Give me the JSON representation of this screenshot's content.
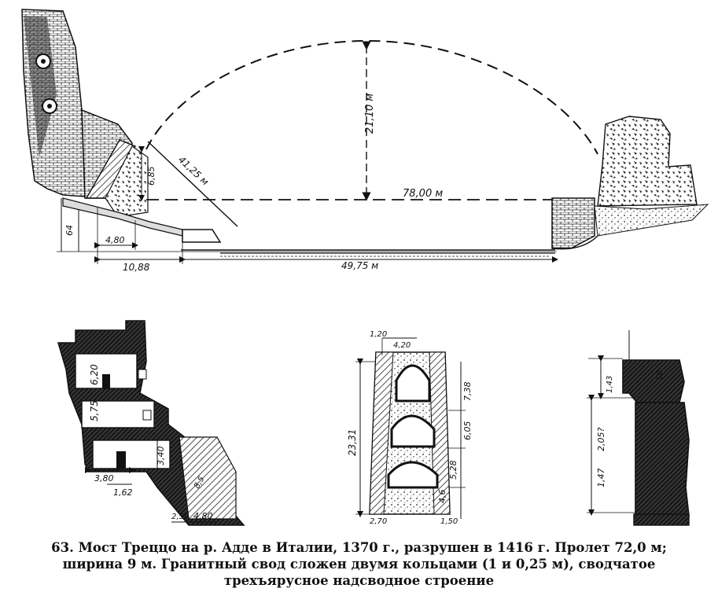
{
  "elevation": {
    "span_label": "78,00 м",
    "rise_label": "21,10 м",
    "radius_label": "41,25 м",
    "pier_height_label": "6,85",
    "left_height_label": "64",
    "dim_a": "4,80",
    "dim_b": "10,88",
    "dim_c": "49,75 м"
  },
  "section_left": {
    "h1": "6,20",
    "h2": "5,75",
    "h3": "3,40",
    "w1": "3,80",
    "w2": "1,62",
    "w3": "2,50",
    "w4": "4,80",
    "slope": "8,5"
  },
  "section_mid": {
    "top1": "1,20",
    "top2": "4,20",
    "total": "23,31",
    "v1": "7,38",
    "v2": "6,05",
    "v3": "5,28",
    "v4": "4,6",
    "b1": "2,70",
    "b2": "1,50"
  },
  "section_right": {
    "r1": "10",
    "r2": "1,43",
    "r3": "2,05?",
    "r4": "1,47"
  },
  "caption": {
    "line1": "63. Мост Треццо на р. Адде в Италии, 1370 г., разрушен в 1416 г. Пролет 72,0 м;",
    "line2": "ширина 9 м. Гранитный свод сложен двумя кольцами (1 и 0,25 м), сводчатое",
    "line3": "трехъярусное надсводное строение"
  }
}
